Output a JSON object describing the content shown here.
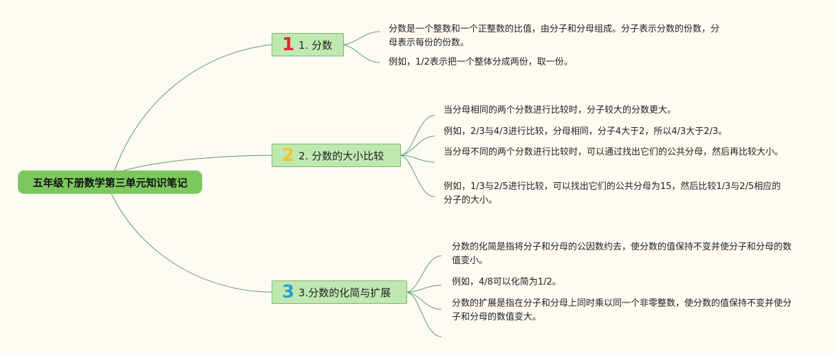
{
  "root": {
    "label": "五年级下册数学第三单元知识笔记"
  },
  "topics": [
    {
      "number": "1",
      "number_color": "#e0283a",
      "label": "1. 分数",
      "notes": [
        "分数是一个整数和一个正整数的比值，由分子和分母组成。分子表示分数的份数，分母表示每份的份数。",
        "例如，1/2表示把一个整体分成两份，取一份。"
      ]
    },
    {
      "number": "2",
      "number_color": "#f3c623",
      "label": "2. 分数的大小比较",
      "notes": [
        "当分母相同的两个分数进行比较时，分子较大的分数更大。",
        "例如，2/3与4/3进行比较，分母相同，分子4大于2，所以4/3大于2/3。",
        "当分母不同的两个分数进行比较时，可以通过找出它们的公共分母，然后再比较大小。",
        "例如，1/3与2/5进行比较，可以找出它们的公共分母为15，然后比较1/3与2/5相应的分子的大小。"
      ]
    },
    {
      "number": "3",
      "number_color": "#2a9fd8",
      "label": "3.分数的化简与扩展",
      "notes": [
        "分数的化简是指将分子和分母的公因数约去，使分数的值保持不变并使分子和分母的数值变小。",
        "例如，4/8可以化简为1/2。",
        "分数的扩展是指在分子和分母上同时乘以同一个非零整数，使分数的值保持不变并使分子和分母的数值变大。"
      ]
    }
  ],
  "colors": {
    "line": "#5a9a6e",
    "root_fill": "#7cc85f",
    "topic_fill": "#bfe9b1",
    "background": "#fdfbf2"
  }
}
